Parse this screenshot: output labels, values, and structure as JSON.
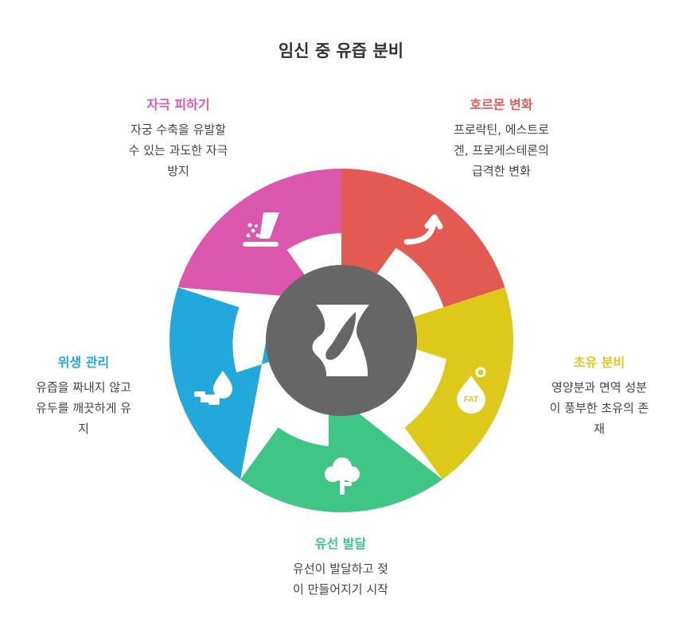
{
  "title": "임신 중 유즙 분비",
  "colors": {
    "red": "#E35A53",
    "yellow": "#DEC91A",
    "green": "#3FC584",
    "blue": "#22A8DA",
    "pink": "#DB56AD",
    "center": "#666666"
  },
  "segments": [
    {
      "key": "hormone",
      "heading": "호르몬 변화",
      "description": "프로락틴, 에스트로\n겐, 프로게스테론의\n급격한 변화",
      "icon": "arrow-up-icon"
    },
    {
      "key": "colostrum",
      "heading": "초유 분비",
      "description": "영양분과 면역 성분\n이 풍부한 초유의 존\n재",
      "icon": "fat-drop-icon"
    },
    {
      "key": "gland",
      "heading": "유선 발달",
      "description": "유선이 발달하고 젖\n이 만들어지기 시작",
      "icon": "tree-icon"
    },
    {
      "key": "hygiene",
      "heading": "위생 관리",
      "description": "유즙을 짜내지 않고\n유두를 깨끗하게 유\n지",
      "icon": "faucet-drop-icon"
    },
    {
      "key": "avoid",
      "heading": "자극 피하기",
      "description": "자궁 수축을 유발할\n수 있는 과도한 자극\n방지",
      "icon": "spray-icon"
    }
  ],
  "center_icon": "pregnant-belly-icon"
}
